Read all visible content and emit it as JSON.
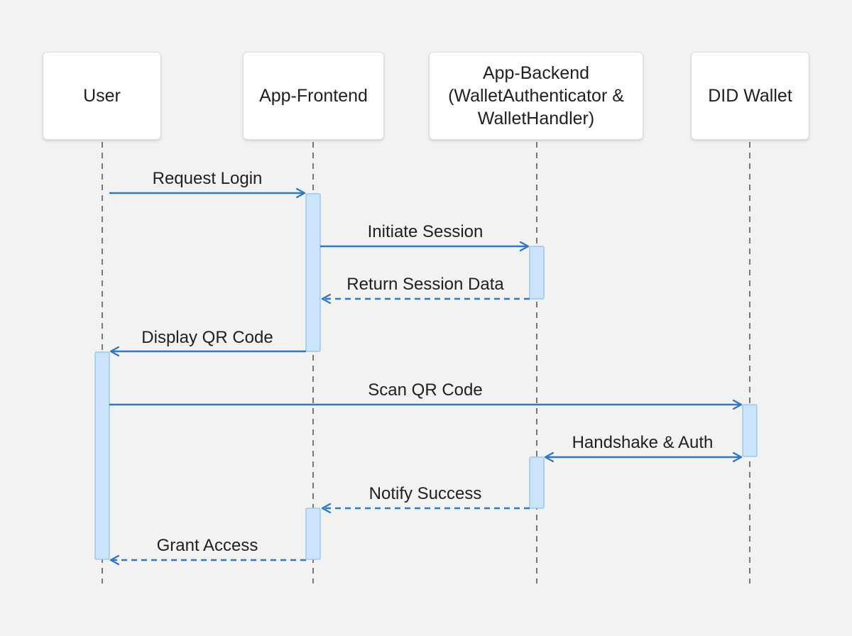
{
  "colors": {
    "background": "#f2f2f2",
    "arrow": "#2f78c4",
    "lifeline": "#777777",
    "activation_fill": "#cce4fa",
    "activation_stroke": "#9cc7ee",
    "box_border": "#dcdcdc",
    "text": "#1f1f1f"
  },
  "actors": [
    {
      "id": "user",
      "label": "User"
    },
    {
      "id": "frontend",
      "label": "App-Frontend"
    },
    {
      "id": "backend",
      "label": "App-Backend\n(WalletAuthenticator &\nWalletHandler)"
    },
    {
      "id": "wallet",
      "label": "DID Wallet"
    }
  ],
  "messages": [
    {
      "from": "user",
      "to": "frontend",
      "label": "Request Login",
      "style": "solid"
    },
    {
      "from": "frontend",
      "to": "backend",
      "label": "Initiate Session",
      "style": "solid"
    },
    {
      "from": "backend",
      "to": "frontend",
      "label": "Return Session Data",
      "style": "dashed"
    },
    {
      "from": "frontend",
      "to": "user",
      "label": "Display QR Code",
      "style": "solid"
    },
    {
      "from": "user",
      "to": "wallet",
      "label": "Scan QR Code",
      "style": "solid"
    },
    {
      "from": "backend",
      "to": "wallet",
      "label": "Handshake & Auth",
      "style": "bidirectional"
    },
    {
      "from": "backend",
      "to": "frontend",
      "label": "Notify Success",
      "style": "dashed"
    },
    {
      "from": "frontend",
      "to": "user",
      "label": "Grant Access",
      "style": "dashed"
    }
  ]
}
